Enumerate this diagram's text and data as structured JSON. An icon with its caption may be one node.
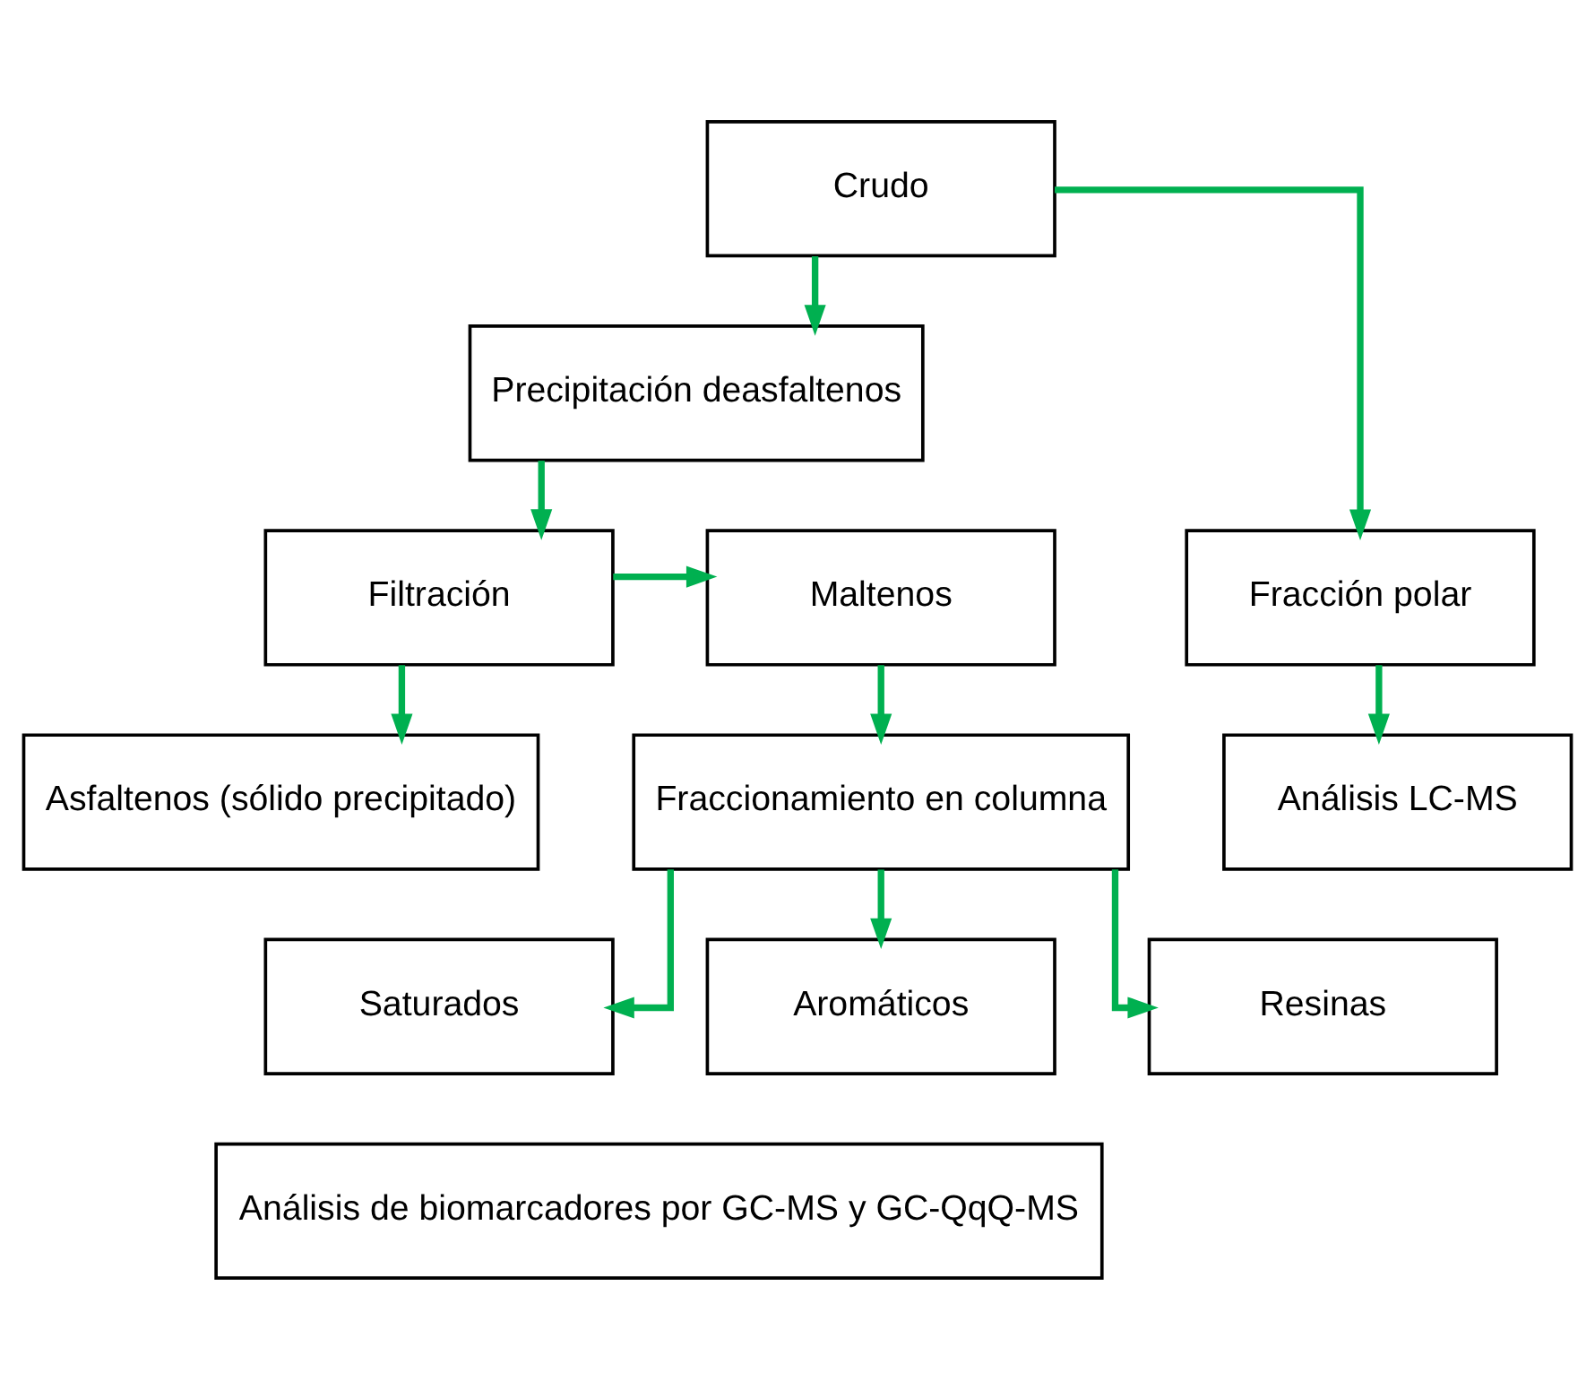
{
  "diagram": {
    "nodes": [
      {
        "text": [
          "Crudo"
        ]
      },
      {
        "text": [
          "Precipitación deasfaltenos"
        ]
      },
      {
        "text": [
          "Filtración"
        ]
      },
      {
        "text": [
          "Maltenos"
        ]
      },
      {
        "text": [
          "Fracción polar"
        ]
      },
      {
        "text": [
          "Asfaltenos (sólido precipitado)"
        ]
      },
      {
        "text": [
          "Fraccionamiento en columna"
        ]
      },
      {
        "text": [
          "Análisis LC-MS"
        ]
      },
      {
        "text": [
          "Saturados"
        ]
      },
      {
        "text": [
          "Aromáticos"
        ]
      },
      {
        "text": [
          "Resinas"
        ]
      },
      {
        "text": [
          "Análisis de biomarcadores por GC-MS y GC-QqQ-MS"
        ]
      }
    ],
    "edges": [
      {
        "from": 0,
        "to": 1,
        "arrow": "to"
      },
      {
        "from": 0,
        "to": 4,
        "arrow": "to"
      },
      {
        "from": 1,
        "to": 2,
        "arrow": "to"
      },
      {
        "from": 2,
        "to": 3,
        "arrow": "to"
      },
      {
        "from": 2,
        "to": 5,
        "arrow": "to"
      },
      {
        "from": 3,
        "to": 6,
        "arrow": "to"
      },
      {
        "from": 4,
        "to": 7,
        "arrow": "to"
      },
      {
        "from": 6,
        "to": 8,
        "arrow": "to"
      },
      {
        "from": 6,
        "to": 9,
        "arrow": "to"
      },
      {
        "from": 6,
        "to": 10,
        "arrow": "to"
      }
    ]
  }
}
